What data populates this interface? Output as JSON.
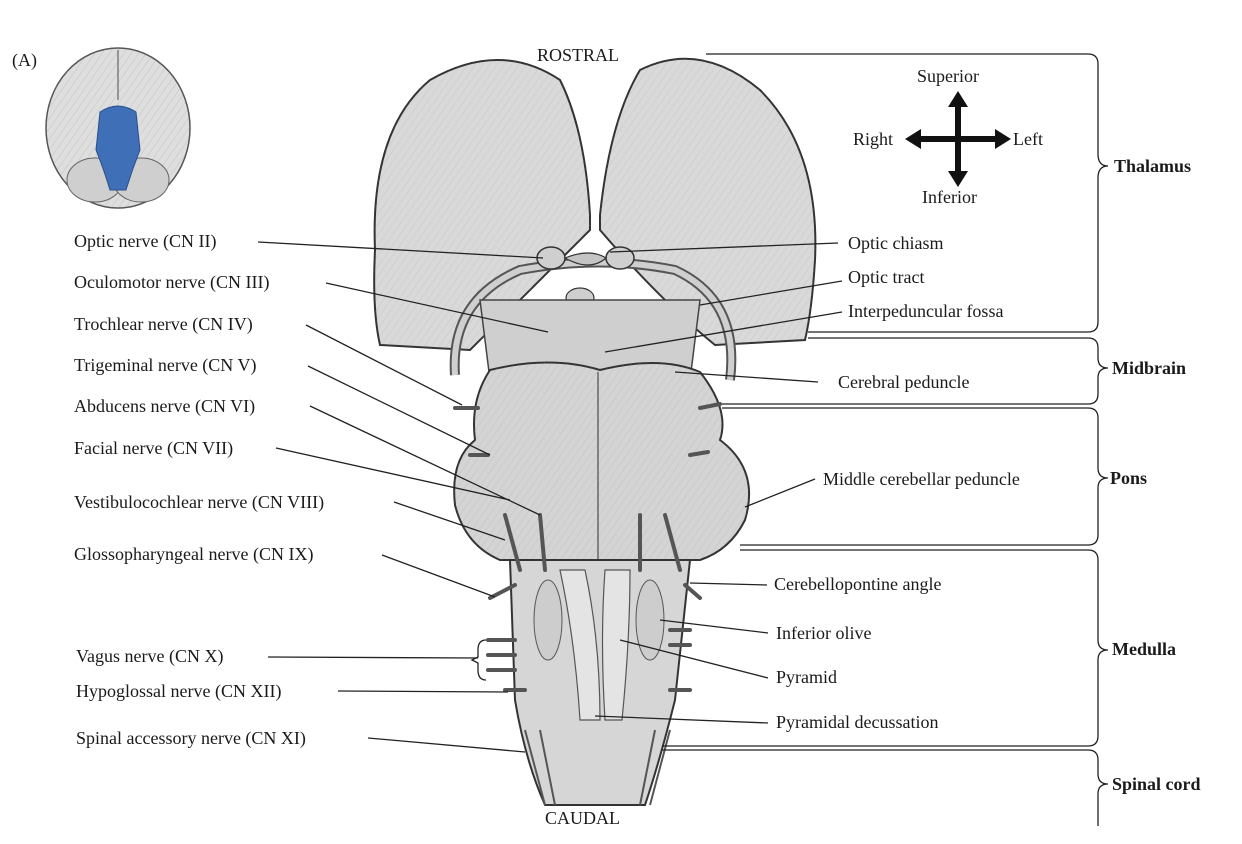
{
  "panel_label": "(A)",
  "orientation": {
    "rostral": "ROSTRAL",
    "caudal": "CAUDAL",
    "superior": "Superior",
    "inferior": "Inferior",
    "right": "Right",
    "left": "Left"
  },
  "left_labels": [
    "Optic nerve (CN II)",
    "Oculomotor nerve (CN III)",
    "Trochlear nerve (CN IV)",
    "Trigeminal nerve (CN V)",
    "Abducens nerve (CN VI)",
    "Facial nerve (CN VII)",
    "Vestibulocochlear nerve (CN VIII)",
    "Glossopharyngeal nerve (CN IX)",
    "Vagus nerve (CN X)",
    "Hypoglossal nerve (CN XII)",
    "Spinal accessory nerve (CN XI)"
  ],
  "right_labels": [
    "Optic chiasm",
    "Optic tract",
    "Interpeduncular fossa",
    "Cerebral peduncle",
    "Middle cerebellar peduncle",
    "Cerebellopontine angle",
    "Inferior olive",
    "Pyramid",
    "Pyramidal decussation"
  ],
  "regions": [
    "Thalamus",
    "Midbrain",
    "Pons",
    "Medulla",
    "Spinal cord"
  ],
  "colors": {
    "tissue": "#dcdcdc",
    "tissue_shade": "#b8b8b8",
    "highlight_blue": "#3f6fb6",
    "line": "#222222"
  }
}
